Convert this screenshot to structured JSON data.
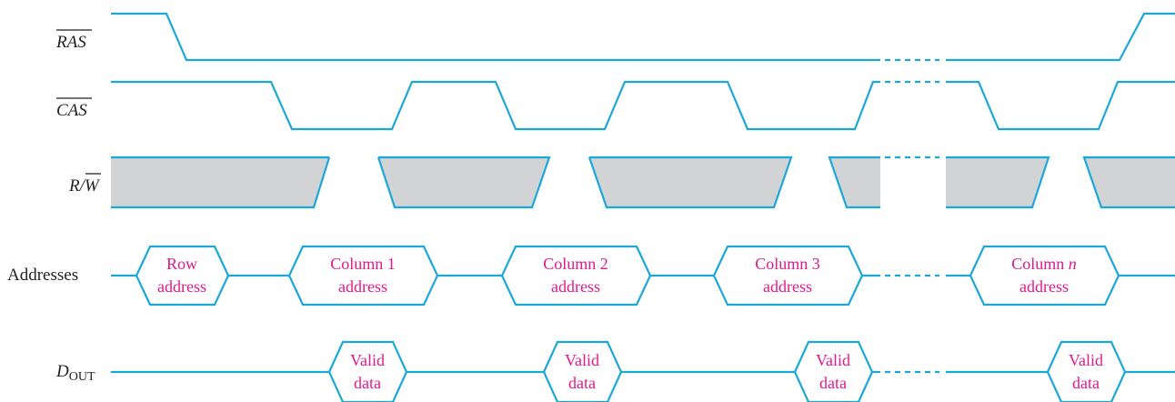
{
  "signals": {
    "ras": "RAS",
    "cas": "CAS",
    "rw_r": "R/",
    "rw_w": "W",
    "addresses": "Addresses",
    "dout_main": "D",
    "dout_sub": "OUT"
  },
  "address_boxes": [
    {
      "line1": "Row",
      "line2": "address"
    },
    {
      "line1": "Column 1",
      "line2": "address"
    },
    {
      "line1": "Column 2",
      "line2": "address"
    },
    {
      "line1": "Column 3",
      "line2": "address"
    },
    {
      "line1": "Column ",
      "line1_italic": "n",
      "line2": "address"
    }
  ],
  "data_boxes": [
    {
      "line1": "Valid",
      "line2": "data"
    },
    {
      "line1": "Valid",
      "line2": "data"
    },
    {
      "line1": "Valid",
      "line2": "data"
    },
    {
      "line1": "Valid",
      "line2": "data"
    }
  ],
  "colors": {
    "waveform": "#1ba8d8",
    "box_text": "#e0198c",
    "dont_care_fill": "#d2d3d5",
    "label_text": "#231f20"
  }
}
